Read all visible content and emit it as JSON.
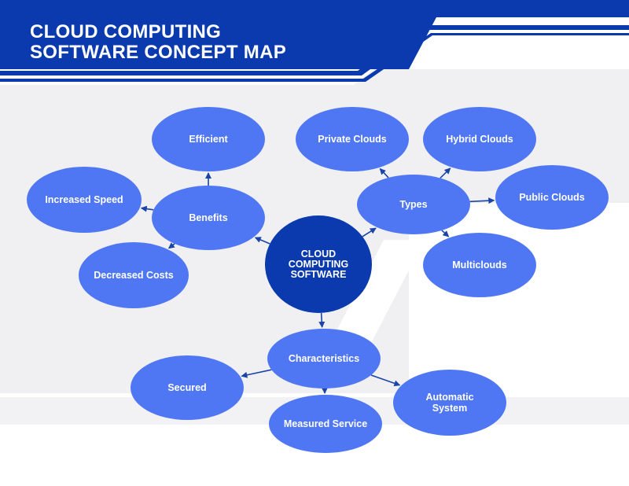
{
  "title": {
    "line1": "CLOUD COMPUTING",
    "line2": "SOFTWARE CONCEPT MAP"
  },
  "colors": {
    "header_blue": "#0a3aad",
    "node_blue": "#4f77f3",
    "center_blue": "#0a3aad",
    "arrow": "#1a44a8",
    "background_grey": "#f0f0f2"
  },
  "nodes": {
    "center": "CLOUD COMPUTING SOFTWARE",
    "benefits": "Benefits",
    "efficient": "Efficient",
    "increased_speed": "Increased Speed",
    "decreased_costs": "Decreased Costs",
    "types": "Types",
    "private_clouds": "Private Clouds",
    "hybrid_clouds": "Hybrid Clouds",
    "public_clouds": "Public Clouds",
    "multiclouds": "Multiclouds",
    "characteristics": "Characteristics",
    "secured": "Secured",
    "measured_service": "Measured Service",
    "automatic_system": "Automatic System"
  },
  "edges": [
    [
      "center",
      "benefits"
    ],
    [
      "center",
      "types"
    ],
    [
      "center",
      "characteristics"
    ],
    [
      "benefits",
      "efficient"
    ],
    [
      "benefits",
      "increased_speed"
    ],
    [
      "benefits",
      "decreased_costs"
    ],
    [
      "types",
      "private_clouds"
    ],
    [
      "types",
      "hybrid_clouds"
    ],
    [
      "types",
      "public_clouds"
    ],
    [
      "types",
      "multiclouds"
    ],
    [
      "characteristics",
      "secured"
    ],
    [
      "characteristics",
      "measured_service"
    ],
    [
      "characteristics",
      "automatic_system"
    ]
  ]
}
